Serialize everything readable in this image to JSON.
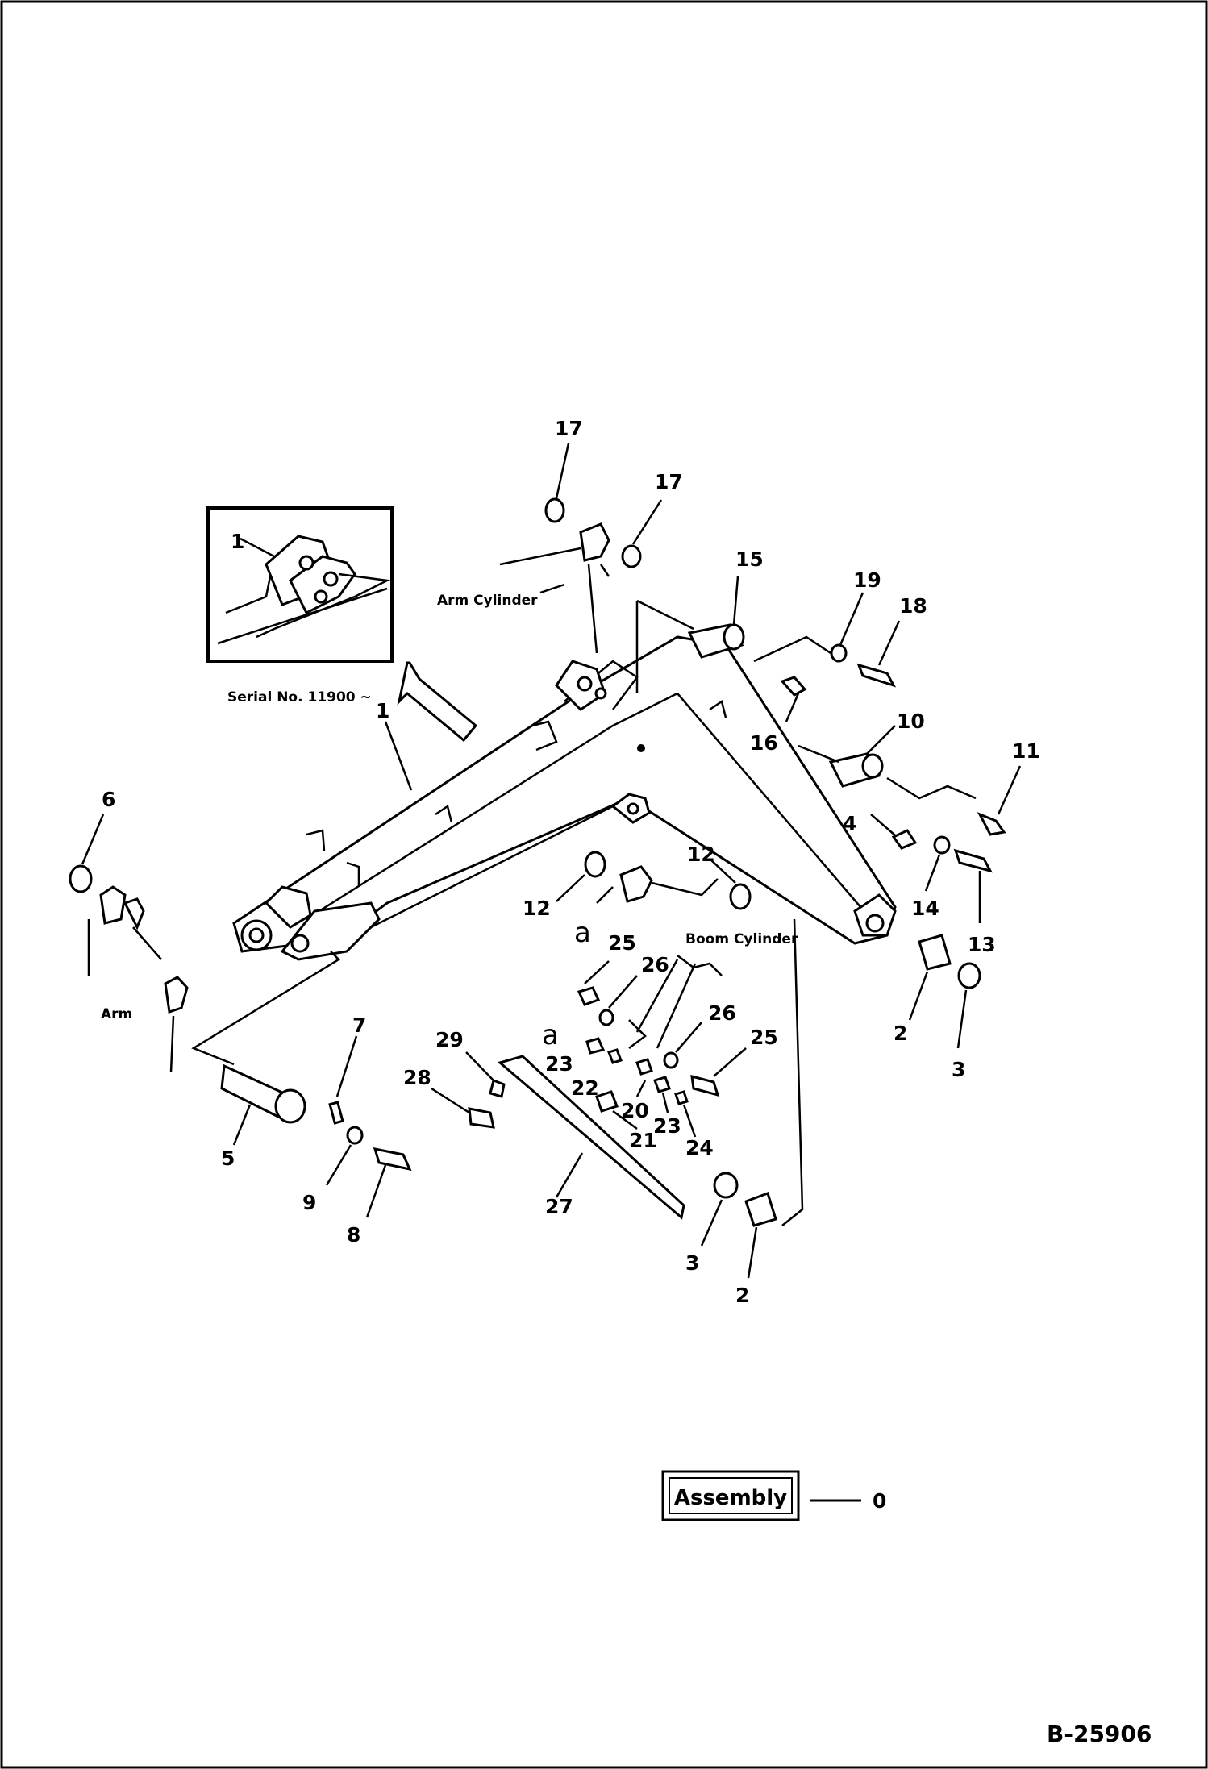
{
  "diagram": {
    "callouts": {
      "n1": "1",
      "n1_inset": "1",
      "n2a": "2",
      "n2b": "2",
      "n3a": "3",
      "n3b": "3",
      "n4": "4",
      "n5": "5",
      "n6": "6",
      "n7": "7",
      "n8": "8",
      "n9": "9",
      "n10": "10",
      "n11": "11",
      "n12a": "12",
      "n12b": "12",
      "n13": "13",
      "n14": "14",
      "n15": "15",
      "n16": "16",
      "n17a": "17",
      "n17b": "17",
      "n18": "18",
      "n19": "19",
      "n20": "20",
      "n21": "21",
      "n22": "22",
      "n23a": "23",
      "n23b": "23",
      "n24": "24",
      "n25a": "25",
      "n25b": "25",
      "n26a": "26",
      "n26b": "26",
      "n27": "27",
      "n28": "28",
      "n29": "29",
      "a1": "a",
      "a2": "a"
    },
    "labels": {
      "arm_cylinder": "Arm Cylinder",
      "boom_cylinder": "Boom Cylinder",
      "arm": "Arm",
      "serial": "Serial No. 11900 ~"
    },
    "assembly_box": "Assembly",
    "assembly_value": "0",
    "figure_id": "B-25906"
  }
}
